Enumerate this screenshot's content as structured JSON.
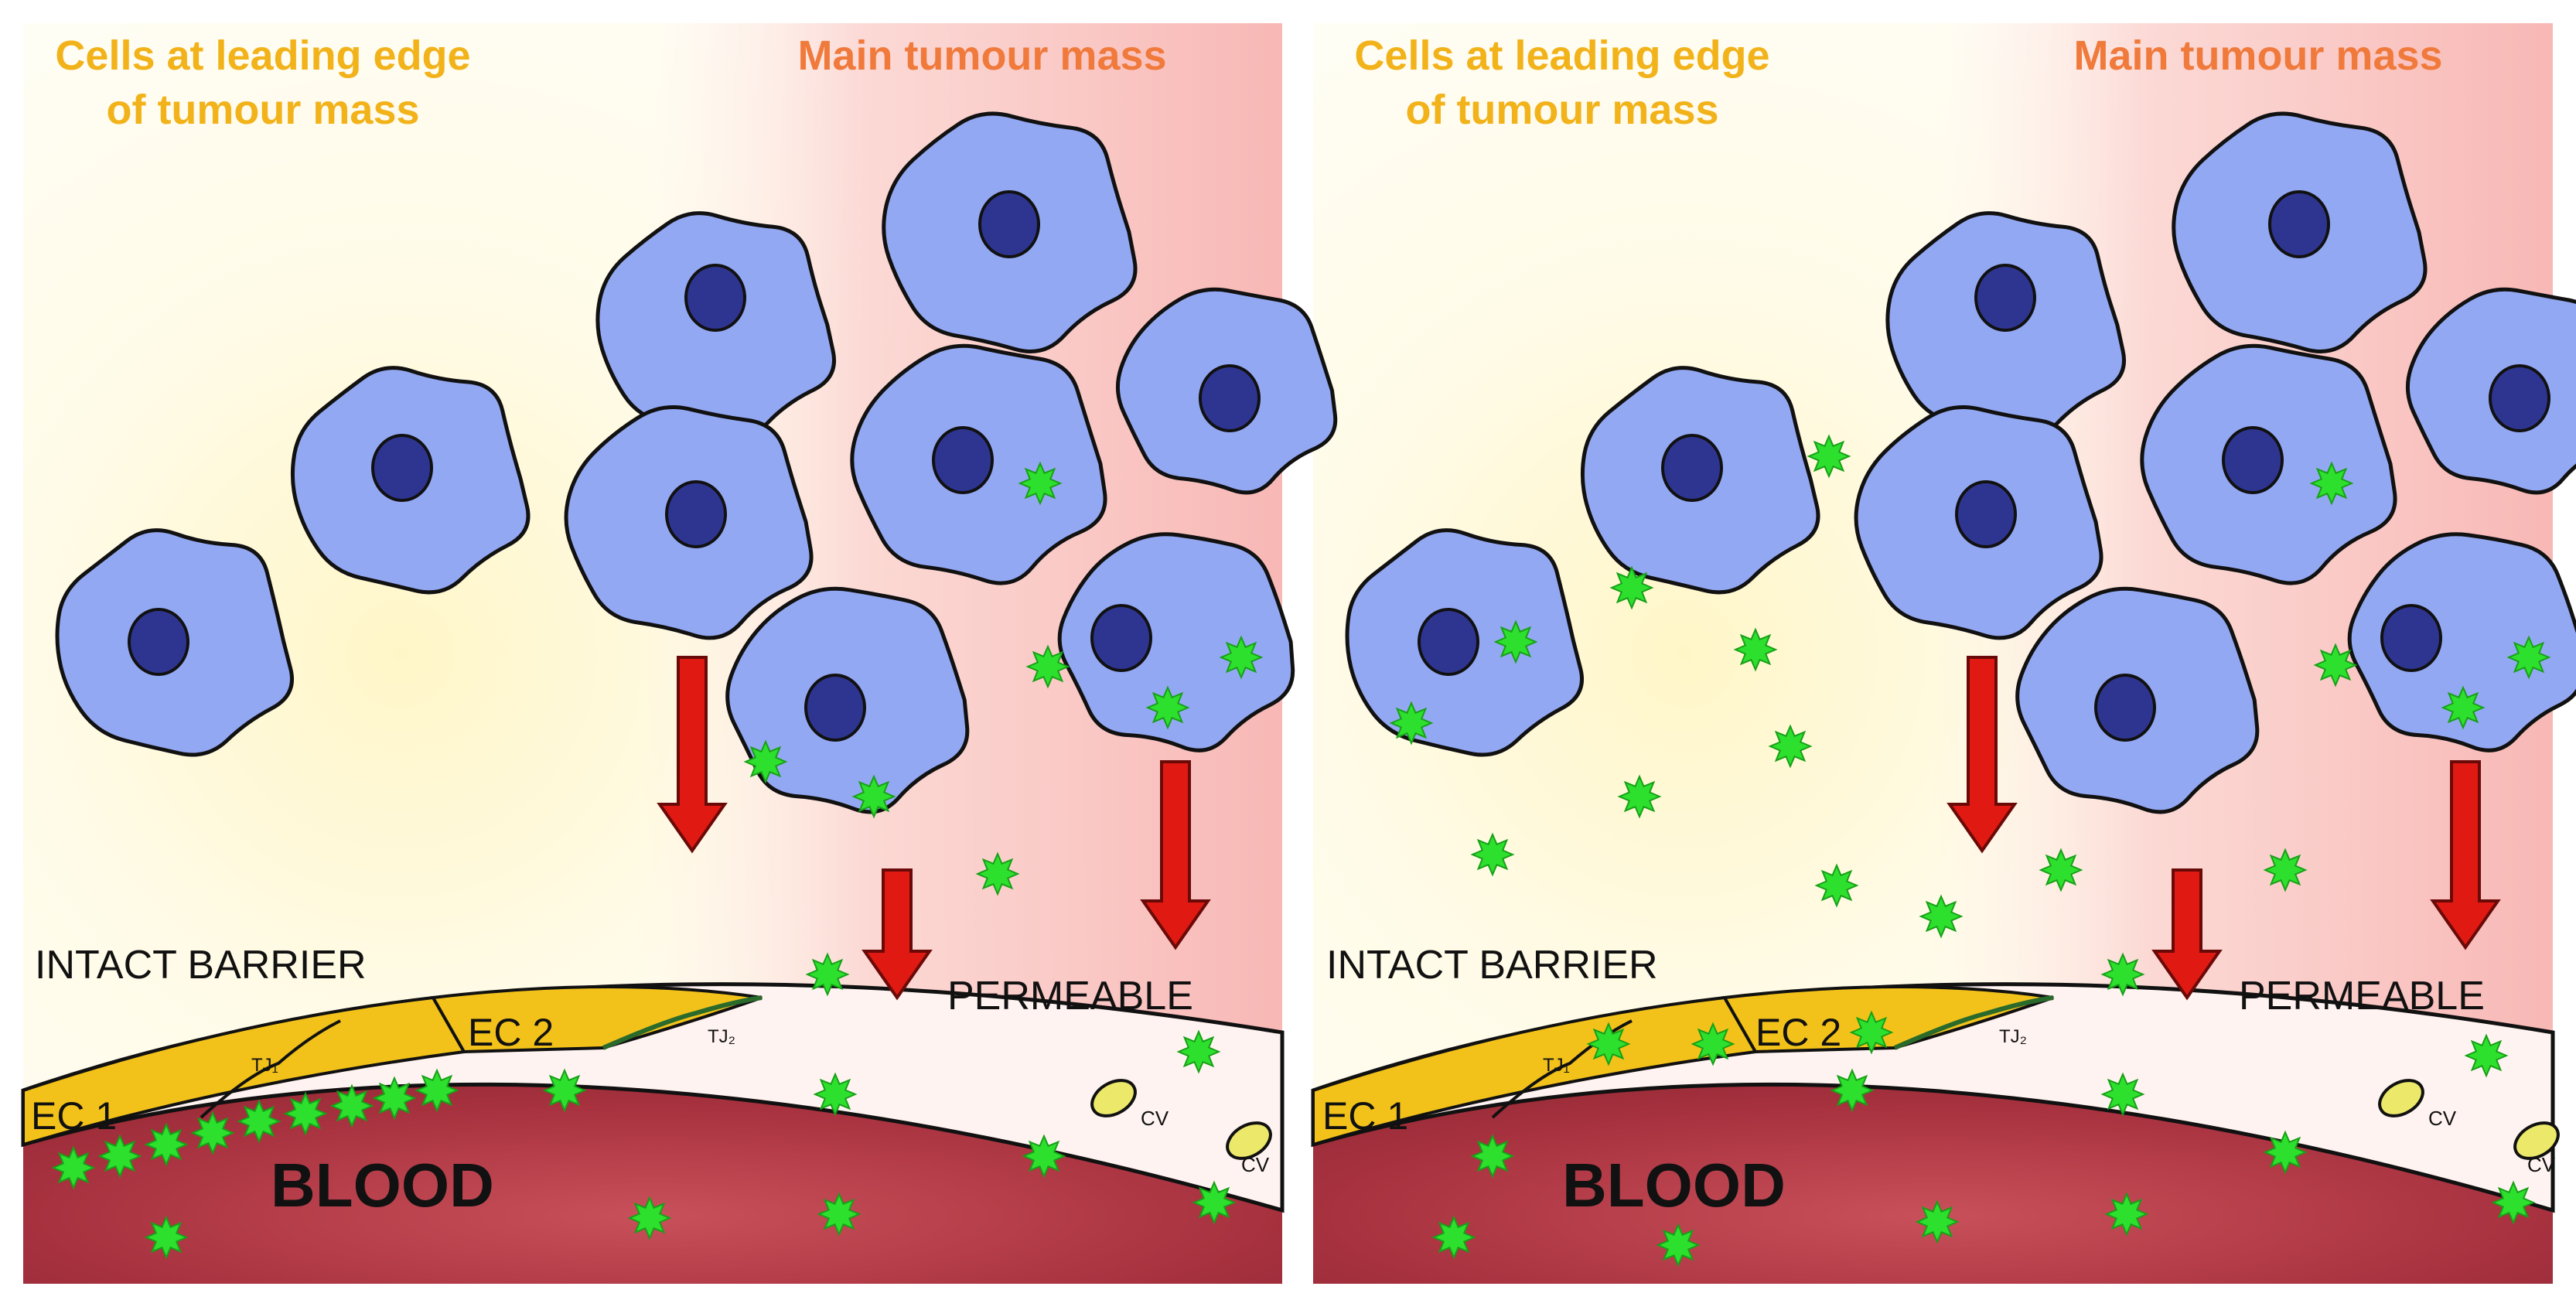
{
  "panels": [
    {
      "id": "left",
      "label_leading_edge": [
        "Cells at leading edge",
        "of tumour mass"
      ],
      "label_main_mass": "Main tumour mass",
      "label_intact": "INTACT BARRIER",
      "label_permeable": "PERMEABLE",
      "label_ec1": "EC 1",
      "label_ec2": "EC 2",
      "label_tj1": "TJ₁",
      "label_tj2": "TJ₂",
      "label_cv": "CV",
      "label_blood": "BLOOD"
    },
    {
      "id": "right",
      "label_leading_edge": [
        "Cells at leading edge",
        "of tumour mass"
      ],
      "label_main_mass": "Main tumour mass",
      "label_intact": "INTACT BARRIER",
      "label_permeable": "PERMEABLE",
      "label_ec1": "EC 1",
      "label_ec2": "EC 2",
      "label_tj1": "TJ₁",
      "label_tj2": "TJ₂",
      "label_cv": "CV",
      "label_blood": "BLOOD"
    }
  ],
  "colors": {
    "leading_label": "#f2b21a",
    "main_label": "#f07a3c",
    "cell_fill": "#93a8f2",
    "nucleus_fill": "#2e3590",
    "endothelium_fill": "#f2c21a",
    "blood_fill": "#a8323f",
    "particle_fill": "#2ee02e",
    "arrow_fill": "#e01a12",
    "text_dark": "#111111"
  },
  "icons": {
    "particle": "green-star-particle-icon",
    "arrow": "red-down-arrow-icon",
    "caveola": "caveola-vesicle-icon"
  }
}
